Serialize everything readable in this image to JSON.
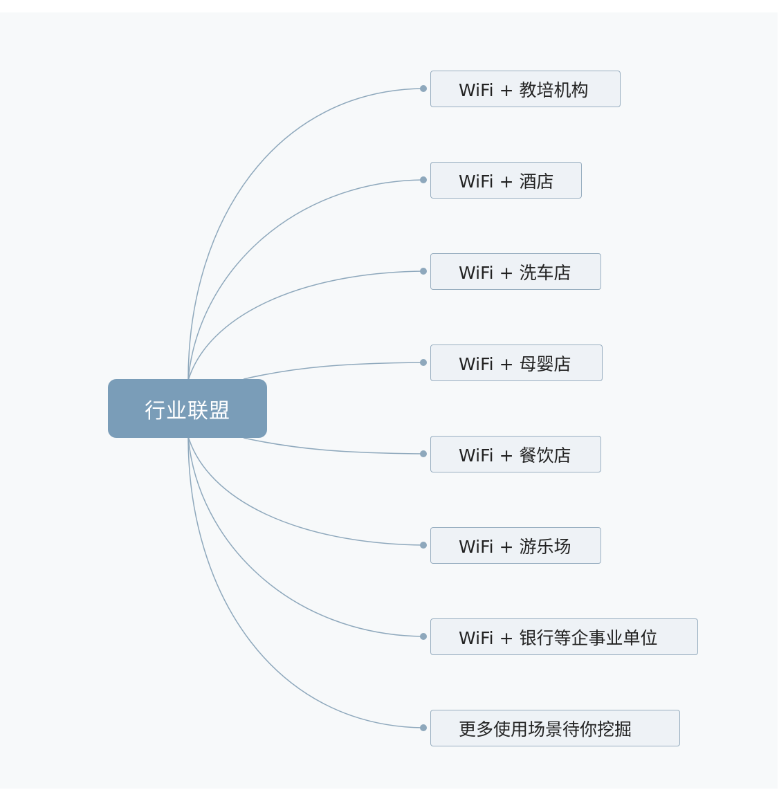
{
  "mindmap": {
    "root": {
      "label": "行业联盟"
    },
    "branches": [
      {
        "label": "WiFi + 教培机构"
      },
      {
        "label": "WiFi + 酒店"
      },
      {
        "label": "WiFi + 洗车店"
      },
      {
        "label": "WiFi + 母婴店"
      },
      {
        "label": "WiFi + 餐饮店"
      },
      {
        "label": "WiFi + 游乐场"
      },
      {
        "label": "WiFi + 银行等企事业单位"
      },
      {
        "label": "更多使用场景待你挖掘"
      }
    ],
    "colors": {
      "root_fill": "#7a9db8",
      "connector": "#8ea8bc",
      "leaf_fill": "#eef2f6",
      "leaf_border": "#98aec0",
      "background": "#f7f9fa"
    }
  }
}
